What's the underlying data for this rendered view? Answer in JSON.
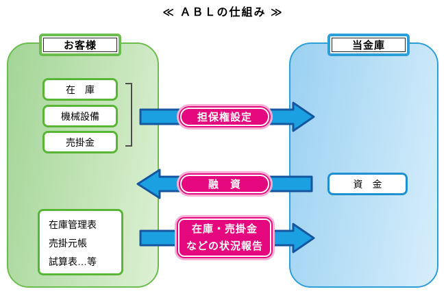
{
  "title": "≪ ＡＢＬの仕組み ≫",
  "customer": {
    "label": "お客様",
    "collateral": [
      "在　庫",
      "機械設備",
      "売掛金"
    ],
    "documents": [
      "在庫管理表",
      "売掛元帳",
      "試算表…等"
    ]
  },
  "bank": {
    "label": "当金庫",
    "funds": "資　金"
  },
  "flows": {
    "collateral_registration": {
      "label": "担保権設定",
      "direction": "customer-to-bank"
    },
    "loan": {
      "label": "融　資",
      "direction": "bank-to-customer"
    },
    "status_report": {
      "line1": "在庫・売掛金",
      "line2": "などの状況報告",
      "direction": "customer-to-bank"
    }
  },
  "colors": {
    "panel_green_border": "#6cbd4f",
    "panel_green_fill_dark": "#a3d596",
    "panel_green_fill_light": "#ddf0d3",
    "panel_blue_border": "#2d9fd8",
    "panel_blue_fill_dark": "#9bd1f1",
    "panel_blue_fill_light": "#d8eefb",
    "box_green_border": "#59b536",
    "box_blue_border": "#1e90d2",
    "arrow_fill": "#1ba0e1",
    "arrow_stroke": "#1456a0",
    "magenta_fill": "#e5077e",
    "magenta_glow": "#f8b1d4"
  }
}
